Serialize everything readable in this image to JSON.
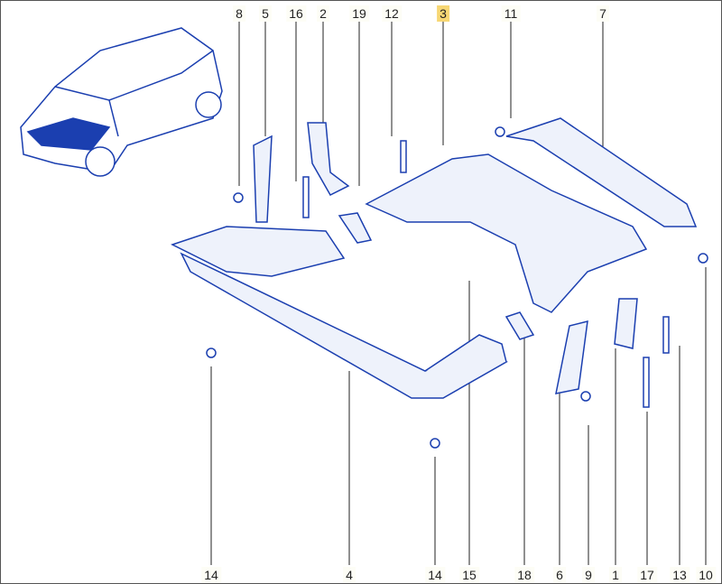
{
  "diagram": {
    "top_labels": [
      "8",
      "5",
      "16",
      "2",
      "19",
      "12",
      "3",
      "11",
      "7"
    ],
    "bottom_labels": [
      "14",
      "4",
      "14",
      "15",
      "18",
      "6",
      "9",
      "1",
      "17",
      "13",
      "10"
    ],
    "highlighted_label": "3",
    "colors": {
      "part_stroke": "#1b3fb0",
      "part_fill": "#eef2fb",
      "highlight": "#f7d774",
      "engine_bay": "#1b3fb0"
    }
  }
}
